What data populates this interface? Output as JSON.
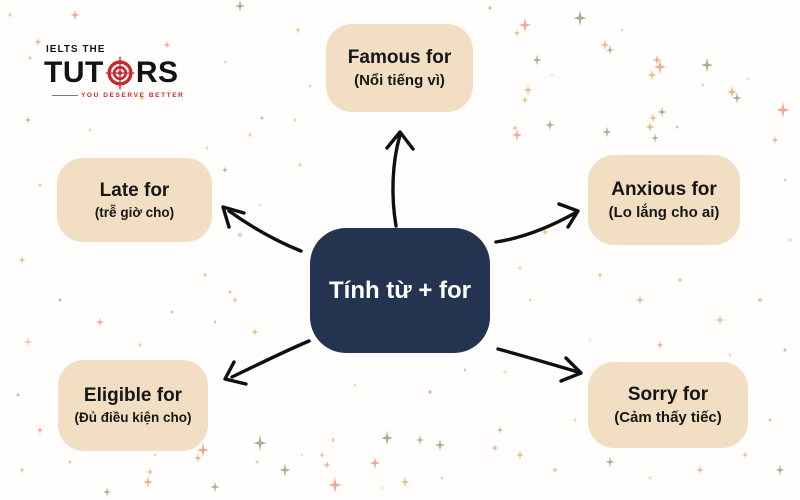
{
  "logo": {
    "line1": "IELTS THE",
    "word_start": "TUT",
    "word_end": "RS",
    "tagline": "YOU DESERVE BETTER",
    "colors": {
      "text": "#131313",
      "accent": "#c52b2f"
    }
  },
  "center": {
    "label": "Tính từ + for",
    "bg": "#243450",
    "text_color": "#ffffff"
  },
  "nodes": [
    {
      "id": "famous",
      "title": "Famous for",
      "subtitle": "(Nổi tiếng vì)"
    },
    {
      "id": "anxious",
      "title": "Anxious for",
      "subtitle": "(Lo lắng cho ai)"
    },
    {
      "id": "sorry",
      "title": "Sorry for",
      "subtitle": "(Cảm thấy tiếc)"
    },
    {
      "id": "late",
      "title": "Late for",
      "subtitle": "(trễ giờ cho)"
    },
    {
      "id": "eligible",
      "title": "Eligible for",
      "subtitle": "(Đủ điều kiện cho)"
    }
  ],
  "node_style": {
    "bg": "#f2dfc3",
    "text_color": "#161616",
    "arrow_color": "#101010"
  },
  "sparkles": {
    "colors": [
      "#f2a28e",
      "#a3ad89",
      "#e3b979",
      "#f6c9ae"
    ],
    "items": [
      [
        75,
        15,
        9,
        0
      ],
      [
        30,
        58,
        5,
        2
      ],
      [
        240,
        6,
        10,
        1
      ],
      [
        298,
        30,
        6,
        2
      ],
      [
        310,
        86,
        4,
        0
      ],
      [
        262,
        118,
        5,
        1
      ],
      [
        207,
        148,
        4,
        2
      ],
      [
        167,
        45,
        7,
        0
      ],
      [
        225,
        62,
        5,
        3
      ],
      [
        142,
        98,
        6,
        2
      ],
      [
        490,
        8,
        5,
        1
      ],
      [
        460,
        55,
        4,
        0
      ],
      [
        425,
        95,
        3,
        2
      ],
      [
        10,
        15,
        5,
        2
      ],
      [
        38,
        42,
        7,
        0
      ],
      [
        525,
        25,
        12,
        0
      ],
      [
        517,
        33,
        7,
        2
      ],
      [
        580,
        18,
        13,
        1
      ],
      [
        605,
        45,
        9,
        2
      ],
      [
        610,
        50,
        8,
        1
      ],
      [
        622,
        30,
        3,
        1
      ],
      [
        657,
        60,
        9,
        0
      ],
      [
        660,
        67,
        12,
        0
      ],
      [
        652,
        75,
        9,
        2
      ],
      [
        707,
        65,
        12,
        1
      ],
      [
        703,
        85,
        4,
        0
      ],
      [
        732,
        92,
        10,
        2
      ],
      [
        737,
        98,
        9,
        1
      ],
      [
        783,
        110,
        13,
        0
      ],
      [
        537,
        60,
        9,
        1
      ],
      [
        528,
        90,
        9,
        2
      ],
      [
        525,
        100,
        7,
        2
      ],
      [
        552,
        75,
        4,
        3
      ],
      [
        550,
        125,
        9,
        1
      ],
      [
        517,
        135,
        10,
        0
      ],
      [
        515,
        128,
        6,
        2
      ],
      [
        607,
        132,
        9,
        1
      ],
      [
        653,
        118,
        8,
        2
      ],
      [
        650,
        127,
        9,
        2
      ],
      [
        662,
        112,
        9,
        1
      ],
      [
        655,
        138,
        8,
        1
      ],
      [
        677,
        127,
        4,
        1
      ],
      [
        748,
        79,
        3,
        2
      ],
      [
        600,
        275,
        6,
        2
      ],
      [
        640,
        300,
        8,
        0
      ],
      [
        680,
        280,
        5,
        1
      ],
      [
        720,
        320,
        9,
        2
      ],
      [
        760,
        300,
        6,
        0
      ],
      [
        785,
        350,
        5,
        1
      ],
      [
        590,
        340,
        4,
        3
      ],
      [
        660,
        345,
        7,
        0
      ],
      [
        730,
        355,
        4,
        2
      ],
      [
        790,
        240,
        6,
        3
      ],
      [
        775,
        140,
        7,
        0
      ],
      [
        785,
        180,
        4,
        1
      ],
      [
        28,
        120,
        6,
        1
      ],
      [
        90,
        130,
        4,
        2
      ],
      [
        40,
        185,
        5,
        0
      ],
      [
        22,
        260,
        7,
        2
      ],
      [
        60,
        300,
        5,
        1
      ],
      [
        100,
        322,
        8,
        0
      ],
      [
        140,
        345,
        5,
        2
      ],
      [
        28,
        342,
        9,
        3
      ],
      [
        172,
        312,
        4,
        1
      ],
      [
        205,
        275,
        5,
        0
      ],
      [
        235,
        300,
        6,
        2
      ],
      [
        18,
        395,
        5,
        1
      ],
      [
        40,
        430,
        7,
        0
      ],
      [
        22,
        470,
        6,
        2
      ],
      [
        70,
        462,
        4,
        1
      ],
      [
        250,
        135,
        5,
        2
      ],
      [
        295,
        120,
        4,
        0
      ],
      [
        225,
        170,
        6,
        1
      ],
      [
        260,
        205,
        4,
        3
      ],
      [
        300,
        165,
        5,
        2
      ],
      [
        240,
        235,
        6,
        0
      ],
      [
        255,
        332,
        7,
        2
      ],
      [
        215,
        322,
        4,
        1
      ],
      [
        230,
        292,
        5,
        0
      ],
      [
        355,
        385,
        4,
        2
      ],
      [
        430,
        392,
        6,
        0
      ],
      [
        465,
        370,
        4,
        1
      ],
      [
        505,
        372,
        5,
        3
      ],
      [
        530,
        300,
        4,
        2
      ],
      [
        520,
        268,
        6,
        3
      ],
      [
        545,
        232,
        7,
        2
      ],
      [
        203,
        450,
        12,
        0
      ],
      [
        198,
        458,
        8,
        2
      ],
      [
        260,
        443,
        13,
        1
      ],
      [
        285,
        470,
        11,
        1
      ],
      [
        155,
        455,
        4,
        0
      ],
      [
        150,
        472,
        7,
        2
      ],
      [
        148,
        482,
        10,
        2
      ],
      [
        107,
        492,
        8,
        1
      ],
      [
        215,
        487,
        9,
        1
      ],
      [
        257,
        462,
        5,
        2
      ],
      [
        302,
        455,
        3,
        0
      ],
      [
        322,
        455,
        6,
        2
      ],
      [
        327,
        465,
        7,
        0
      ],
      [
        333,
        440,
        5,
        0
      ],
      [
        387,
        438,
        12,
        1
      ],
      [
        375,
        463,
        10,
        0
      ],
      [
        335,
        485,
        13,
        0
      ],
      [
        382,
        488,
        4,
        3
      ],
      [
        405,
        482,
        9,
        2
      ],
      [
        440,
        445,
        10,
        1
      ],
      [
        442,
        478,
        4,
        0
      ],
      [
        495,
        448,
        7,
        0
      ],
      [
        420,
        440,
        8,
        1
      ],
      [
        520,
        455,
        8,
        2
      ],
      [
        555,
        470,
        6,
        0
      ],
      [
        610,
        462,
        9,
        1
      ],
      [
        650,
        478,
        5,
        3
      ],
      [
        700,
        470,
        7,
        0
      ],
      [
        745,
        455,
        6,
        2
      ],
      [
        780,
        470,
        9,
        1
      ],
      [
        770,
        420,
        5,
        0
      ],
      [
        575,
        420,
        4,
        2
      ],
      [
        500,
        430,
        6,
        1
      ]
    ]
  }
}
